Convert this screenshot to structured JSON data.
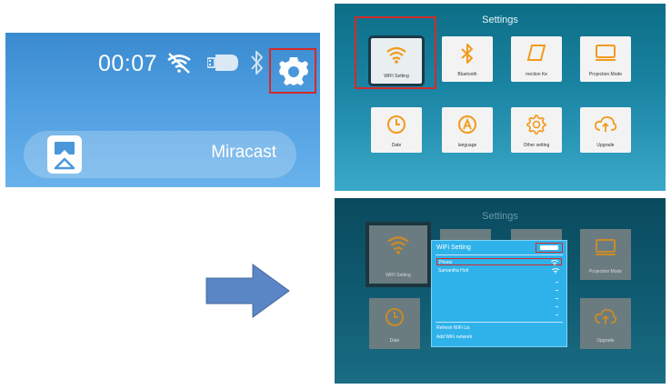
{
  "home": {
    "time": "00:07",
    "miracast_label": "Miracast",
    "highlight_color": "#d42a2a"
  },
  "settings": {
    "title": "Settings",
    "tiles": [
      {
        "label": "WIFI Setting",
        "icon": "wifi-icon"
      },
      {
        "label": "Bluetooth",
        "icon": "bluetooth-icon"
      },
      {
        "label": "rrection    Ke",
        "icon": "keystone-icon"
      },
      {
        "label": "Projection Mode",
        "icon": "monitor-icon"
      },
      {
        "label": "Date",
        "icon": "clock-icon"
      },
      {
        "label": "language",
        "icon": "language-icon"
      },
      {
        "label": "Other setting",
        "icon": "gear-icon"
      },
      {
        "label": "Upgrade",
        "icon": "cloud-upgrade-icon"
      }
    ]
  },
  "wifi": {
    "background_title": "Settings",
    "bg_tiles": [
      {
        "label": "WIFI Setting",
        "icon": "wifi-icon"
      },
      {
        "label": "Projection Mode",
        "icon": "monitor-icon"
      },
      {
        "label": "Date",
        "icon": "clock-icon"
      },
      {
        "label": "Upgrade",
        "icon": "cloud-upgrade-icon"
      }
    ],
    "dialog_title": "WiFi Setting",
    "networks": [
      {
        "name": "Phone"
      },
      {
        "name": "Samantha Holt"
      }
    ],
    "footer_refresh": "Refresh WiFi Lis",
    "footer_add": "Add WiFi network"
  }
}
